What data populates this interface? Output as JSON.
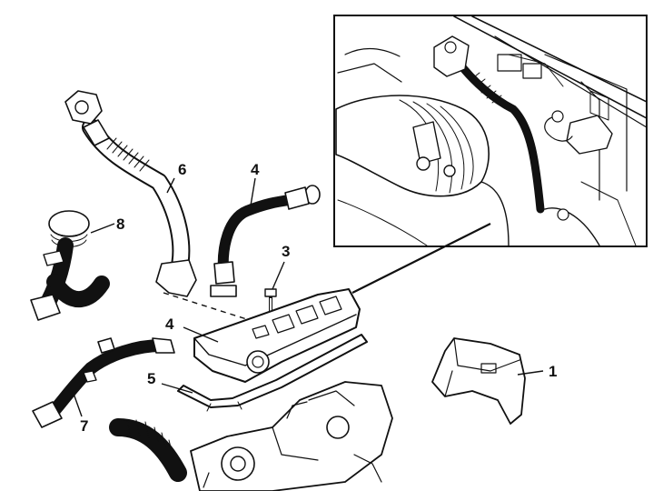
{
  "colors": {
    "ink": "#111111",
    "background": "#ffffff",
    "shade": "#9a9a9a"
  },
  "callouts": [
    {
      "id": "1",
      "text": "1"
    },
    {
      "id": "3",
      "text": "3"
    },
    {
      "id": "4a",
      "text": "4"
    },
    {
      "id": "4b",
      "text": "4"
    },
    {
      "id": "5",
      "text": "5"
    },
    {
      "id": "6",
      "text": "6"
    },
    {
      "id": "7",
      "text": "7"
    },
    {
      "id": "8",
      "text": "8"
    }
  ]
}
